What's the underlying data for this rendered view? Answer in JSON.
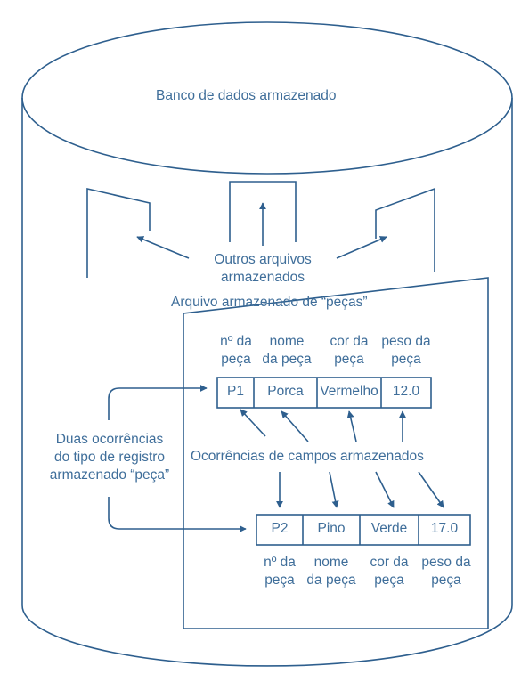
{
  "title": "Banco de dados armazenado",
  "other_files_label": [
    "Outros arquivos",
    "armazenados"
  ],
  "file_label": "Arquivo armazenado de “peças”",
  "record_label": [
    "Duas ocorrências",
    "do tipo de registro",
    "armazenado “peça”"
  ],
  "field_occurrences_label": "Ocorrências de campos armazenados",
  "field_headers": [
    [
      "nº da",
      "peça"
    ],
    [
      "nome",
      "da peça"
    ],
    [
      "cor da",
      "peça"
    ],
    [
      "peso da",
      "peça"
    ]
  ],
  "records": [
    [
      "P1",
      "Porca",
      "Vermelho",
      "12.0"
    ],
    [
      "P2",
      "Pino",
      "Verde",
      "17.0"
    ]
  ],
  "colors": {
    "line": "#2e5f8e",
    "text": "#3f6e9a",
    "background": "#ffffff"
  }
}
